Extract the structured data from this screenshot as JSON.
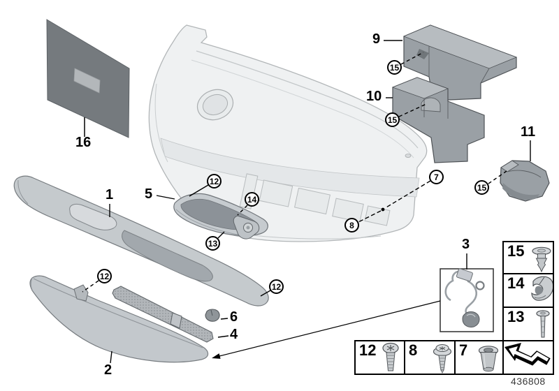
{
  "figure_number": "436808",
  "colors": {
    "background": "#ffffff",
    "outline": "#000000",
    "panel_gray": "#eff1f2",
    "trim_gray": "#c5cacd",
    "foam_gray": "#9aa0a5",
    "insulation_gray": "#757a7e",
    "metal_gray": "#d4d7da"
  },
  "callout_labels": {
    "c1": "1",
    "c2": "2",
    "c3": "3",
    "c4": "4",
    "c5": "5",
    "c6": "6",
    "c7": "7",
    "c8": "8",
    "c9": "9",
    "c10": "10",
    "c11": "11",
    "c12": "12",
    "c13": "13",
    "c14": "14",
    "c15": "15",
    "c16": "16"
  },
  "legend": {
    "right_column": [
      {
        "part": "15",
        "icon": "push-rivet-icon"
      },
      {
        "part": "14",
        "icon": "spring-clip-icon"
      },
      {
        "part": "13",
        "icon": "long-screw-icon"
      }
    ],
    "bottom_row": [
      {
        "part": "12",
        "icon": "torx-pan-screw-icon"
      },
      {
        "part": "8",
        "icon": "washer-head-screw-icon"
      },
      {
        "part": "7",
        "icon": "threaded-sleeve-icon"
      }
    ],
    "continuation_icon": "hooked-arrow-icon"
  }
}
